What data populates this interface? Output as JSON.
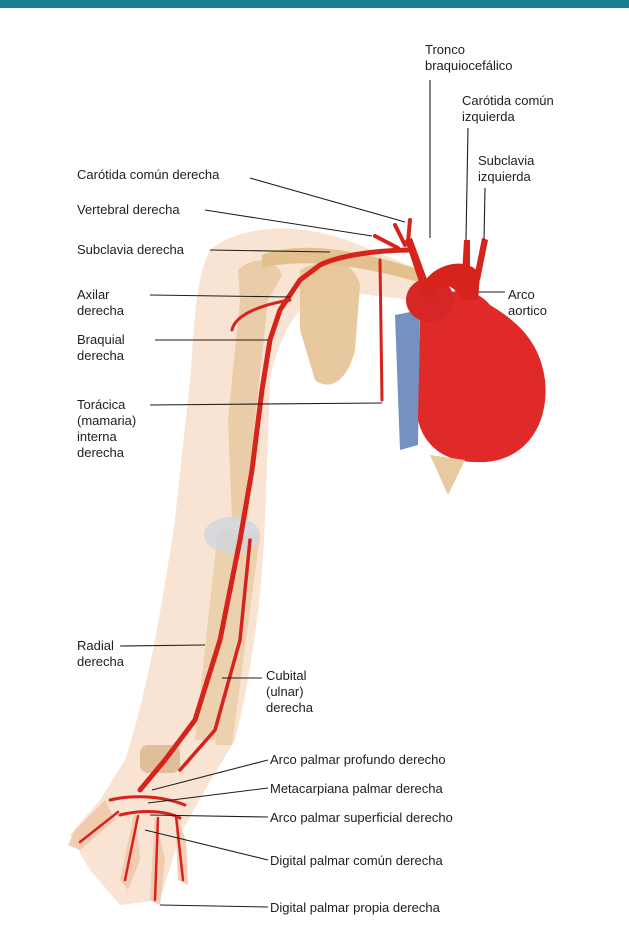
{
  "labels": {
    "tronco_braquiocefalico": [
      "Tronco",
      "braquiocefálico"
    ],
    "carotida_comun_izquierda": [
      "Carótida común",
      "izquierda"
    ],
    "subclavia_izquierda": [
      "Subclavia",
      "izquierda"
    ],
    "carotida_comun_derecha": "Carótida común derecha",
    "vertebral_derecha": "Vertebral derecha",
    "subclavia_derecha": "Subclavia derecha",
    "axilar_derecha": [
      "Axilar",
      "derecha"
    ],
    "arco_aortico": [
      "Arco",
      "aortico"
    ],
    "braquial_derecha": [
      "Braquial",
      "derecha"
    ],
    "toracica_interna_derecha": [
      "Torácica",
      "(mamaria)",
      "interna",
      "derecha"
    ],
    "radial_derecha": [
      "Radial",
      "derecha"
    ],
    "cubital_derecha": [
      "Cubital",
      "(ulnar)",
      "derecha"
    ],
    "arco_palmar_profundo": "Arco palmar profundo derecho",
    "metacarpiana_palmar": "Metacarpiana palmar derecha",
    "arco_palmar_superficial": "Arco palmar superficial derecho",
    "digital_palmar_comun": "Digital palmar común derecha",
    "digital_palmar_propia": "Digital palmar propia derecha"
  },
  "colors": {
    "header_bar": "#1b7f93",
    "artery": "#d6241c",
    "heart": "#e02a2a",
    "vein": "#5a7fb8",
    "bone": "#e8c9a0",
    "skin": "#f7d9c4",
    "leader_line": "#1e1e1e"
  }
}
